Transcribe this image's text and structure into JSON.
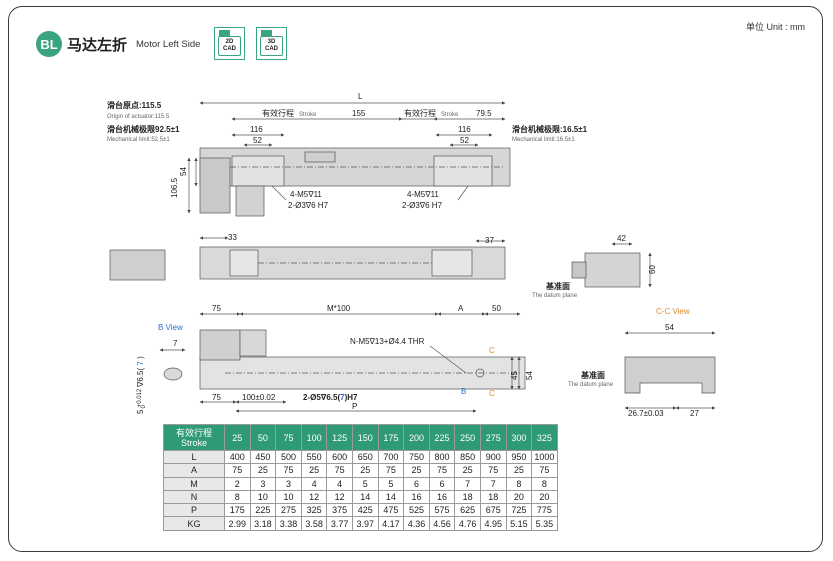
{
  "header": {
    "badge": "BL",
    "title_cn": "马达左折",
    "title_en": "Motor Left Side",
    "unit": "单位 Unit : mm",
    "cad_buttons": [
      {
        "line1": "2D",
        "line2": "CAD"
      },
      {
        "line1": "3D",
        "line2": "CAD"
      }
    ]
  },
  "drawing": {
    "origin_cn": "滑台原点:115.5",
    "origin_en": "Origin of actuator:115.5",
    "mech_left_cn": "滑台机械极限92.5±1",
    "mech_left_en": "Mechanical limit:52.5±1",
    "mech_right_cn": "滑台机械极限:16.5±1",
    "mech_right_en": "Mechanical limit:16.5±1",
    "dim_L": "L",
    "stroke_cn": "有效行程",
    "stroke_en": "Stroke",
    "dim_155": "155",
    "dim_79_5": "79.5",
    "dim_116": "116",
    "dim_52": "52",
    "dim_54": "54",
    "dim_106_5": "106.5",
    "hole_m5": "4-M5∇11",
    "hole_d3": "2-Ø3∇6 H7",
    "dim_33": "33",
    "dim_37": "37",
    "dim_42": "42",
    "dim_60": "60",
    "datum_cn": "基准面",
    "datum_en": "The datum plane",
    "b_view": "B View",
    "cc_view": "C-C View",
    "dim_7": "7",
    "dim_tol_prefix": "5",
    "dim_tol_sup": "+0.012",
    "dim_tol_sub": "0",
    "dim_tol_depth_pre": "∇6.5(",
    "dim_tol_depth_val": "7",
    "dim_tol_depth_post": ")",
    "dim_75": "75",
    "dim_m100": "M*100",
    "dim_A": "A",
    "dim_50": "50",
    "thread": "N-M5∇13+Ø4.4 THR",
    "dim_C": "C",
    "dim_B": "B",
    "dim_45": "45",
    "dim_100": "100±0.02",
    "hole_2m5_pre": "2-Ø5∇6.5(",
    "hole_2m5_val": "7",
    "hole_2m5_post": ")H7",
    "dim_P": "P",
    "dim_26_7": "26.7±0.03",
    "dim_27": "27"
  },
  "table": {
    "header_cn": "有效行程",
    "header_en": "Stroke",
    "strokes": [
      "25",
      "50",
      "75",
      "100",
      "125",
      "150",
      "175",
      "200",
      "225",
      "250",
      "275",
      "300",
      "325"
    ],
    "rows": [
      {
        "label": "L",
        "values": [
          "400",
          "450",
          "500",
          "550",
          "600",
          "650",
          "700",
          "750",
          "800",
          "850",
          "900",
          "950",
          "1000"
        ]
      },
      {
        "label": "A",
        "values": [
          "75",
          "25",
          "75",
          "25",
          "75",
          "25",
          "75",
          "25",
          "75",
          "25",
          "75",
          "25",
          "75"
        ]
      },
      {
        "label": "M",
        "values": [
          "2",
          "3",
          "3",
          "4",
          "4",
          "5",
          "5",
          "6",
          "6",
          "7",
          "7",
          "8",
          "8"
        ]
      },
      {
        "label": "N",
        "values": [
          "8",
          "10",
          "10",
          "12",
          "12",
          "14",
          "14",
          "16",
          "16",
          "18",
          "18",
          "20",
          "20"
        ]
      },
      {
        "label": "P",
        "values": [
          "175",
          "225",
          "275",
          "325",
          "375",
          "425",
          "475",
          "525",
          "575",
          "625",
          "675",
          "725",
          "775"
        ]
      },
      {
        "label": "KG",
        "values": [
          "2.99",
          "3.18",
          "3.38",
          "3.58",
          "3.77",
          "3.97",
          "4.17",
          "4.36",
          "4.56",
          "4.76",
          "4.95",
          "5.15",
          "5.35"
        ]
      }
    ]
  },
  "colors": {
    "accent": "#3aa37f",
    "table_header": "#2e9a76",
    "highlight": "#e08a2e",
    "link": "#2a6fd6"
  }
}
